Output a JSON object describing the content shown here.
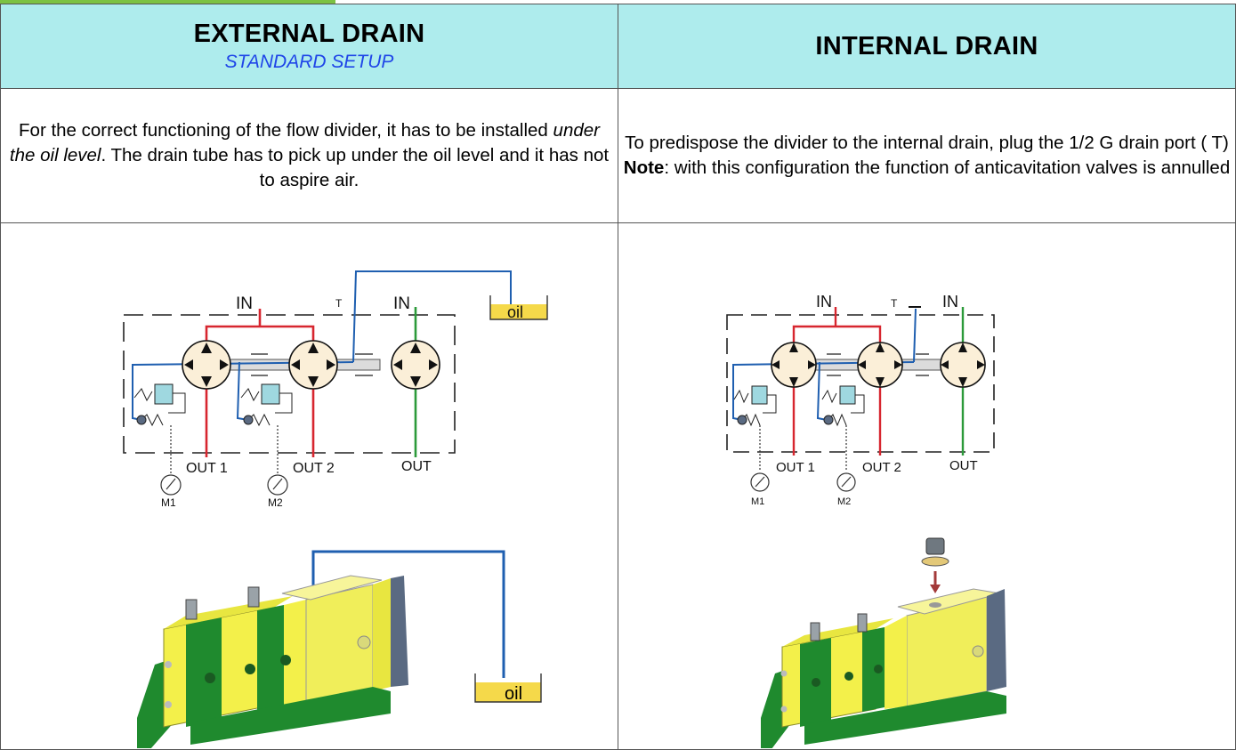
{
  "columns": [
    {
      "title": "EXTERNAL DRAIN",
      "subtitle": "STANDARD SETUP",
      "text_parts": {
        "p1": "For the correct functioning of the flow divider, it has to be installed ",
        "emph": "under the oil level",
        "p2": ". The drain tube has to pick up under the oil level and it has not to aspire air."
      },
      "schematic_labels": {
        "in1": "IN",
        "t": "T",
        "in2": "IN",
        "out1": "OUT 1",
        "out2": "OUT 2",
        "out": "OUT",
        "m1": "M1",
        "m2": "M2",
        "oil": "oil"
      },
      "photo_labels": {
        "oil": "oil"
      }
    },
    {
      "title": "INTERNAL DRAIN",
      "text_parts": {
        "p1": "To predispose the divider to the internal drain, plug the 1/2 G drain port ( T)",
        "note_label": "Note",
        "p2": ": with this configuration the function of anticavitation valves is annulled"
      },
      "schematic_labels": {
        "in1": "IN",
        "t": "T",
        "in2": "IN",
        "out1": "OUT 1",
        "out2": "OUT 2",
        "out": "OUT",
        "m1": "M1",
        "m2": "M2"
      }
    }
  ],
  "colors": {
    "header_bg": "#aeeced",
    "subtitle": "#1f45e8",
    "inlet_line": "#d7262f",
    "outlet_line": "#2c9a3a",
    "drain_line": "#1f5fb0",
    "oil_fill": "#f5d94a",
    "body_green": "#1f8a2e",
    "body_yellow": "#f3f04a",
    "end_cap": "#5a6a82",
    "valve_fill": "#9fd8e0"
  }
}
